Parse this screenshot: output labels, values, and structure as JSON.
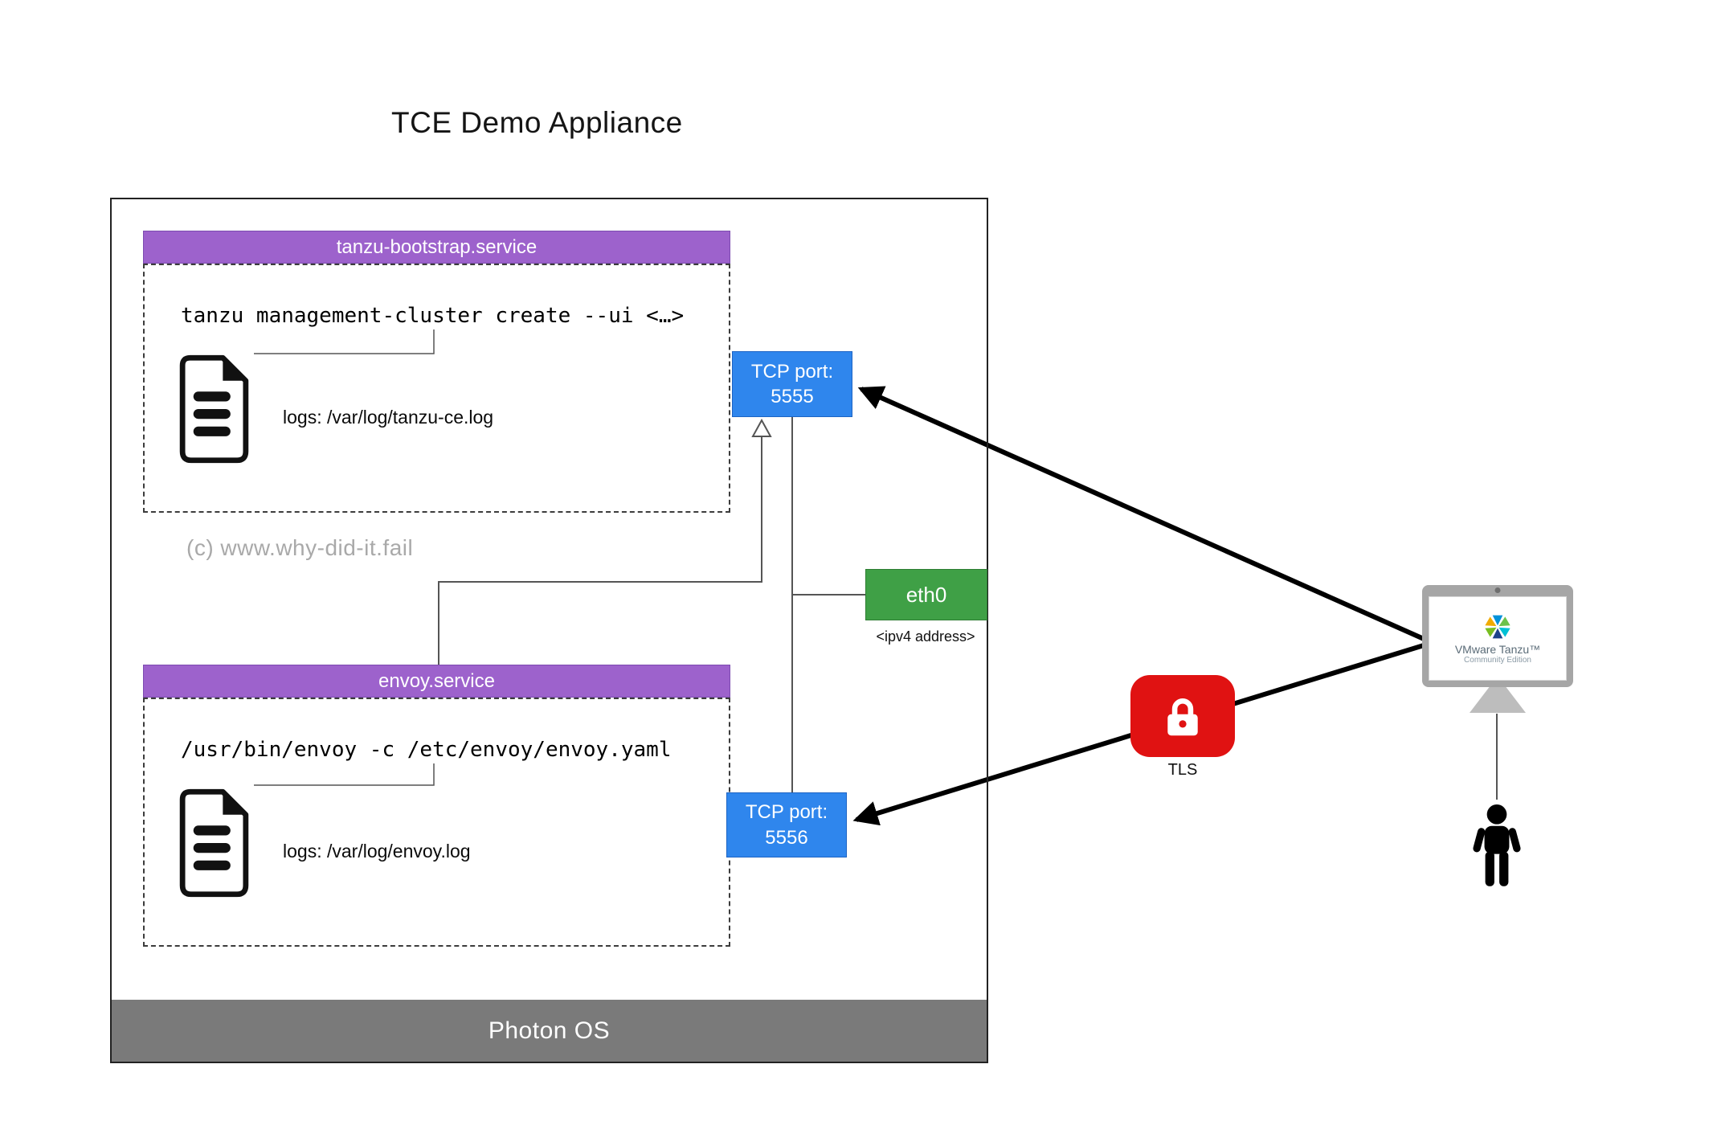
{
  "title": "TCE Demo Appliance",
  "watermark": "(c) www.why-did-it.fail",
  "appliance": {
    "os": "Photon OS",
    "services": [
      {
        "name": "tanzu-bootstrap.service",
        "command": "tanzu management-cluster create --ui <…>",
        "logs": "logs: /var/log/tanzu-ce.log"
      },
      {
        "name": "envoy.service",
        "command": "/usr/bin/envoy -c /etc/envoy/envoy.yaml",
        "logs": "logs: /var/log/envoy.log"
      }
    ],
    "ports": [
      {
        "label": "TCP port:",
        "number": "5555"
      },
      {
        "label": "TCP port:",
        "number": "5556"
      }
    ],
    "nic": {
      "name": "eth0",
      "address": "<ipv4 address>"
    }
  },
  "tls_label": "TLS",
  "client": {
    "brand": "VMware Tanzu™",
    "edition": "Community Edition"
  },
  "colors": {
    "service_header": "#9d62cc",
    "port": "#2f86ed",
    "nic": "#3fa046",
    "tls": "#e01212",
    "os_bar": "#7a7a7a"
  }
}
